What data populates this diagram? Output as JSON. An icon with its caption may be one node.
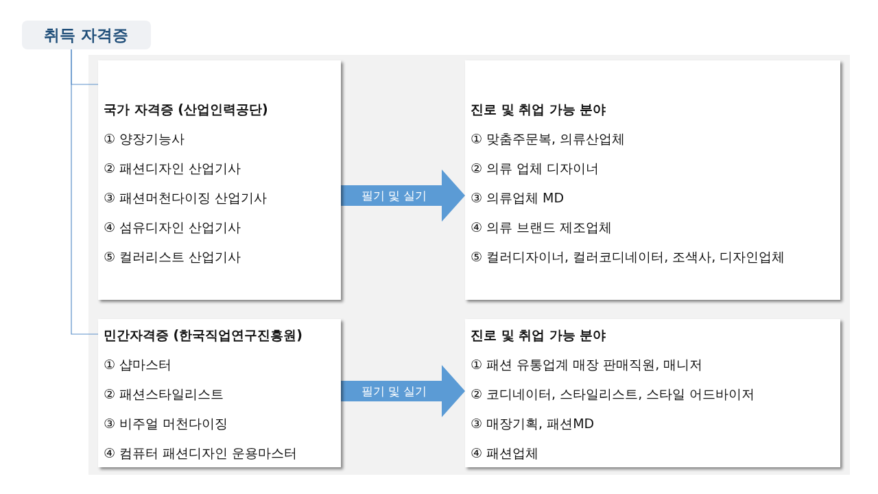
{
  "diagram": {
    "nodes": [
      {
        "text": [
          "취득 자격증"
        ]
      },
      {
        "text": [],
        "shape": "box"
      },
      {
        "text": [
          "국가 자격증 (산업인력공단)",
          "① 양장기능사",
          "② 패션디자인 산업기사",
          "③ 패션머천다이징 산업기사",
          "④ 섬유디자인 산업기사",
          "⑤ 컬러리스트 산업기사"
        ],
        "in": 1
      },
      {
        "text": [
          "진로 및 취업 가능 분야",
          "① 맞춤주문복, 의류산업체",
          "② 의류 업체 디자이너",
          "③ 의류업체 MD",
          "④ 의류 브랜드 제조업체",
          "⑤ 컬러디자이너, 컬러코디네이터, 조색사, 디자인업체"
        ],
        "in": 1
      },
      {
        "text": [
          "민간자격증 (한국직업연구진흥원)",
          "① 샵마스터",
          "② 패션스타일리스트",
          "③ 비주얼 머천다이징",
          "④ 컴퓨터 패션디자인 운용마스터"
        ],
        "in": 1
      },
      {
        "text": [
          "진로 및 취업 가능 분야",
          "① 패션 유통업계 매장 판매직원, 매니저",
          "② 코디네이터, 스타일리스트, 스타일 어드바이저",
          "③ 매장기획, 패션MD",
          "④ 패션업체"
        ],
        "in": 1
      }
    ],
    "edges": [
      {
        "from": 0,
        "to": 2,
        "arrow": "none"
      },
      {
        "from": 0,
        "to": 4,
        "arrow": "none"
      },
      {
        "from": 2,
        "to": 3,
        "arrow": "to",
        "label": "필기 및 실기",
        "style": "thick"
      },
      {
        "from": 4,
        "to": 5,
        "arrow": "to",
        "label": "필기 및 실기",
        "style": "thick"
      }
    ]
  }
}
